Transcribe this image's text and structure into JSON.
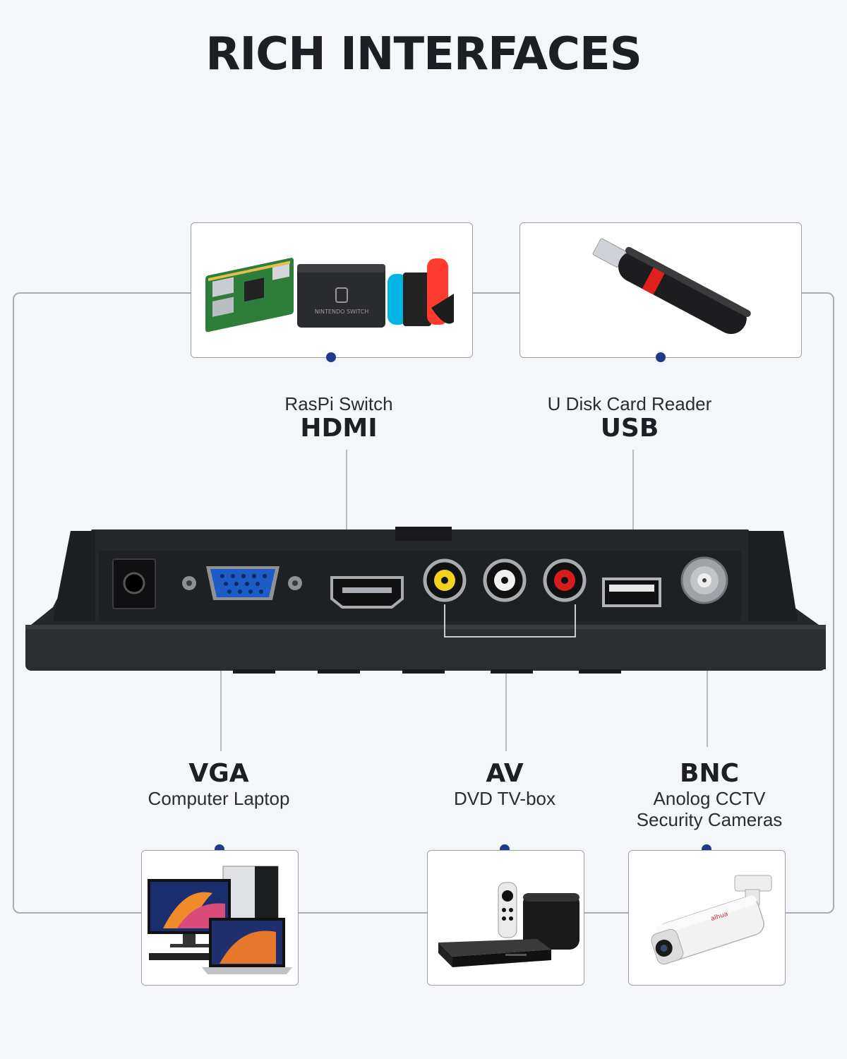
{
  "title": "RICH INTERFACES",
  "ports": {
    "hdmi": {
      "name": "HDMI",
      "desc": "RasPi Switch"
    },
    "usb": {
      "name": "USB",
      "desc": "U Disk Card Reader"
    },
    "vga": {
      "name": "VGA",
      "desc": "Computer Laptop"
    },
    "av": {
      "name": "AV",
      "desc": "DVD TV-box"
    },
    "bnc": {
      "name": "BNC",
      "desc_line1": "Anolog CCTV",
      "desc_line2": "Security Cameras"
    }
  },
  "logo_text": {
    "switch_brand": "NINTENDO SWITCH",
    "camera_brand": "alhua"
  },
  "colors": {
    "background": "#f4f6fa",
    "accent_dot": "#1f3a8a",
    "line": "#a9adb3",
    "usb_red": "#e0201f"
  }
}
